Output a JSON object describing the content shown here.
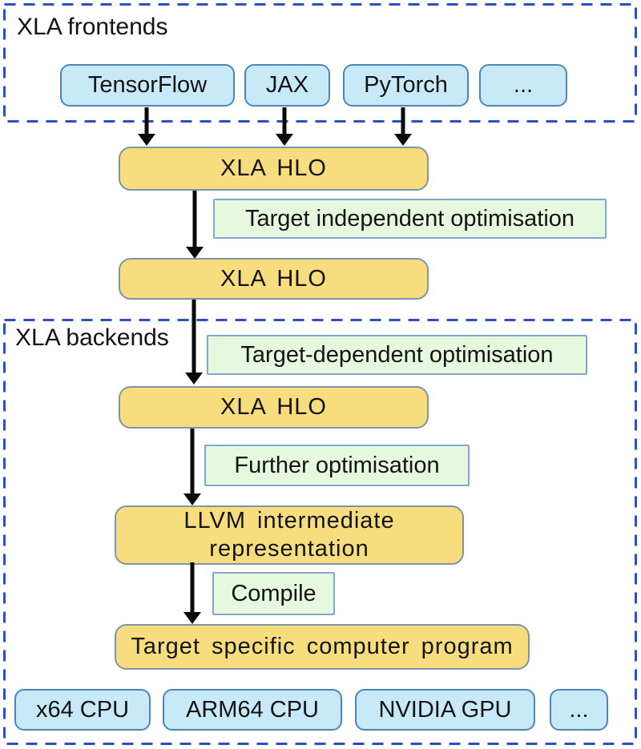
{
  "sections": {
    "frontends": {
      "label": "XLA frontends"
    },
    "backends": {
      "label": "XLA backends"
    }
  },
  "frontends": [
    "TensorFlow",
    "JAX",
    "PyTorch",
    "..."
  ],
  "pipeline": {
    "hlo1": "XLA HLO",
    "step_target_independent": "Target independent optimisation",
    "hlo2": "XLA HLO",
    "step_target_dependent": "Target-dependent optimisation",
    "hlo3": "XLA HLO",
    "step_further": "Further optimisation",
    "llvm": "LLVM intermediate representation",
    "step_compile": "Compile",
    "output": "Target specific computer program"
  },
  "targets": [
    "x64 CPU",
    "ARM64 CPU",
    "NVIDIA GPU",
    "..."
  ],
  "colors": {
    "text": "#141414",
    "arrow": "#0a0a0a",
    "dash": "#2d4fc2",
    "blue-fill": "#c8e9f8",
    "blue-border": "#4c86b8",
    "yellow-fill": "#f7dd7e",
    "yellow-border": "#7d95a8",
    "green-fill": "#e6f8de",
    "green-border": "#7fa9d2"
  }
}
